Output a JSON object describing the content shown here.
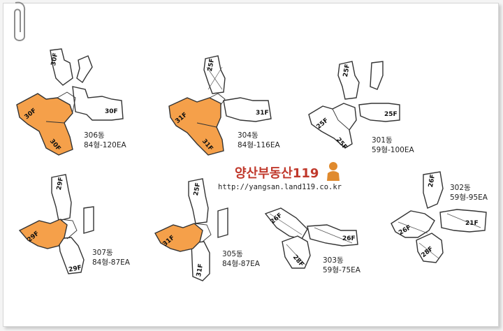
{
  "brand": {
    "name": "양산부동산119",
    "url": "http://yangsan.land119.co.kr"
  },
  "colors": {
    "highlight": "#F5A04A",
    "outline": "#333333",
    "brand": "#C0382B",
    "mascot": "#E08A2E"
  },
  "buildings": [
    {
      "id": "b306",
      "name": "306동",
      "spec": "84형-120EA",
      "floors": [
        "30F",
        "30F",
        "30F",
        "30F"
      ]
    },
    {
      "id": "b304",
      "name": "304동",
      "spec": "84형-116EA",
      "floors": [
        "25F",
        "31F",
        "31F",
        "31F"
      ]
    },
    {
      "id": "b301",
      "name": "301동",
      "spec": "59형-100EA",
      "floors": [
        "25F",
        "25F",
        "25F",
        "25F"
      ]
    },
    {
      "id": "b307",
      "name": "307동",
      "spec": "84형-87EA",
      "floors": [
        "29F",
        "29F",
        "29F"
      ]
    },
    {
      "id": "b305",
      "name": "305동",
      "spec": "84형-87EA",
      "floors": [
        "25F",
        "31F",
        "31F"
      ]
    },
    {
      "id": "b303",
      "name": "303동",
      "spec": "59형-75EA",
      "floors": [
        "26F",
        "26F",
        "28F"
      ]
    },
    {
      "id": "b302",
      "name": "302동",
      "spec": "59형-95EA",
      "floors": [
        "26F",
        "21F",
        "26F",
        "28F"
      ]
    }
  ]
}
